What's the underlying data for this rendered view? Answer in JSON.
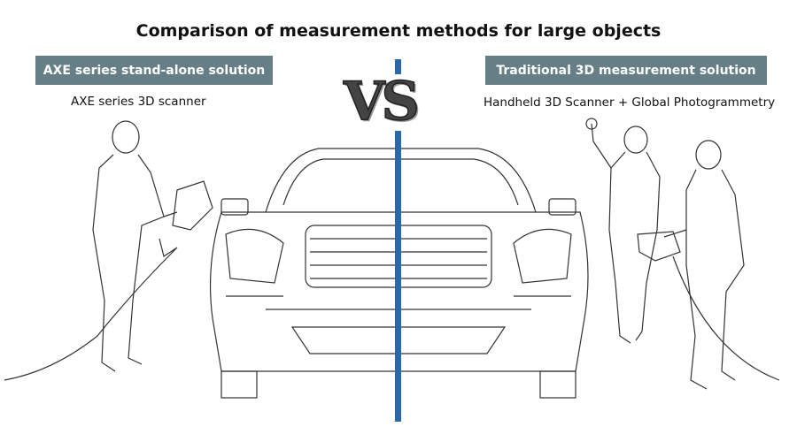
{
  "title": "Comparison of measurement methods for large objects",
  "left": {
    "header": "AXE series stand-alone solution",
    "subtitle": "AXE series 3D scanner"
  },
  "right": {
    "header": "Traditional 3D measurement solution",
    "subtitle": "Handheld 3D Scanner + Global Photogrammetry"
  },
  "vs_label": "VS",
  "colors": {
    "header_bg": "#667f86",
    "divider": "#2a68a8"
  }
}
